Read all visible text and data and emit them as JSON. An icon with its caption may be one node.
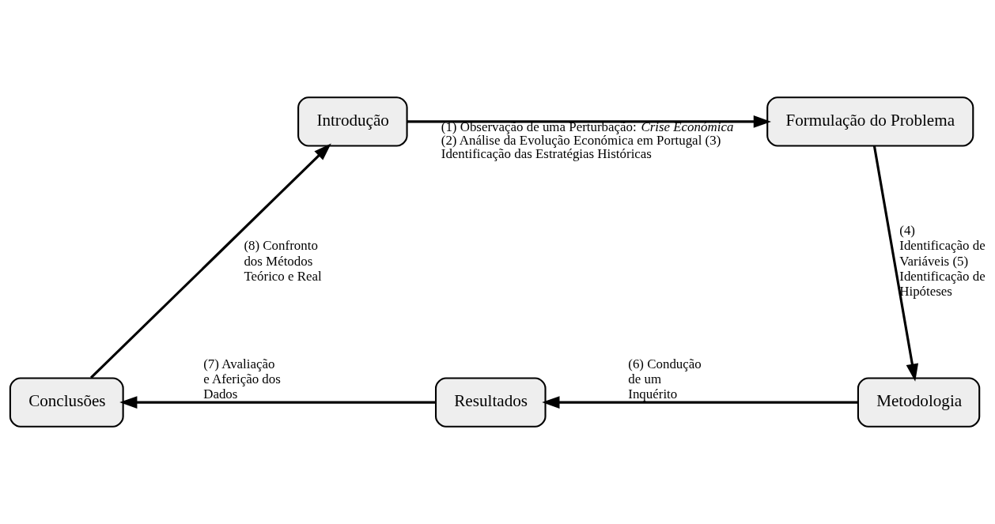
{
  "diagram": {
    "nodes": [
      {
        "text": [
          "Introdução"
        ]
      },
      {
        "text": [
          "Formulação do Problema"
        ]
      },
      {
        "text": [
          "Metodologia"
        ]
      },
      {
        "text": [
          "Resultados"
        ]
      },
      {
        "text": [
          "Conclusões"
        ]
      }
    ],
    "edges": [
      {
        "from": 0,
        "to": 1,
        "arrow": "to",
        "label": "(1) Observação de uma Perturbação: *Crise Económica* (2) Análise da Evolução Económica em Portugal (3) Identificação das Estratégias Históricas"
      },
      {
        "from": 1,
        "to": 2,
        "arrow": "to",
        "label": "(4) Identificação de Variáveis (5) Identificação de Hipóteses"
      },
      {
        "from": 2,
        "to": 3,
        "arrow": "to",
        "label": "(6) Condução de um Inquérito"
      },
      {
        "from": 3,
        "to": 4,
        "arrow": "to",
        "label": "(7) Avaliação e Aferição dos Dados"
      },
      {
        "from": 4,
        "to": 0,
        "arrow": "to",
        "label": "(8) Confronto dos Métodos Teórico e Real"
      }
    ]
  }
}
